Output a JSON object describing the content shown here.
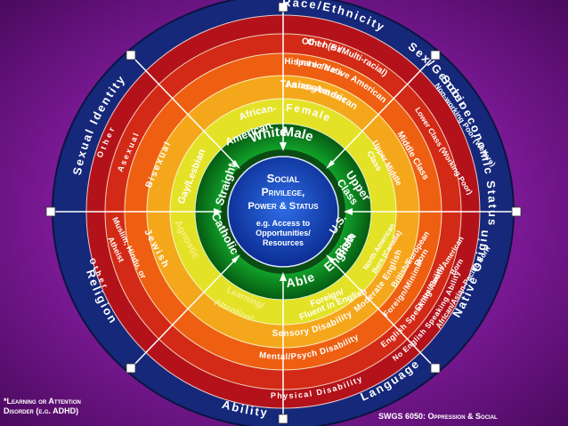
{
  "center": {
    "line1": "Social",
    "line2": "Privilege,",
    "line3": "Power & Status",
    "sub1": "e.g. Access to",
    "sub2": "Opportunities/",
    "sub3": "Resources"
  },
  "categories": {
    "race": "Race/Ethnicity",
    "sex": "Sex/Gender",
    "socio": "Socioeconomic Status",
    "native": "Native Origin",
    "language": "Language",
    "ability": "Ability",
    "religion": "Religion",
    "sexual": "Sexual Identity"
  },
  "race": {
    "r1": "White",
    "r2a": "African-",
    "r2b": "American",
    "r3": "Asian-American",
    "r4": "Hispanic/Native American",
    "r5": "Other (Bi/Multi-racial)"
  },
  "sex": {
    "r1": "Male",
    "r2": "Female",
    "r3": "Transgender",
    "r4": "Intersex",
    "r5": "Other"
  },
  "socio": {
    "r1a": "Upper",
    "r1b": "Class",
    "r2a": "Upper Middle",
    "r2b": "Class",
    "r3": "Middle Class",
    "r4": "Lower Class (Working Poor)",
    "r5": "Non-working Poor (Welfare)"
  },
  "native": {
    "r1a": "U.S.",
    "r1b": "Born",
    "r2a": "North American",
    "r2b": "Born (Canada)",
    "r3a": "British/European",
    "r3b": "Born",
    "r4a": "Central/South American",
    "r4b": "Born",
    "r5": "African/Asian-Pacific Born"
  },
  "language": {
    "r1": "English",
    "r2a": "Foreign/",
    "r2b": "Fluent in English",
    "r3": "Moderate English",
    "r4a": "Foreign/Minimal",
    "r4b": "English Speaking Ability",
    "r5": "No English Speaking Ability"
  },
  "ability": {
    "r1": "Able",
    "r2a": "Learning/",
    "r2b": "Attention*",
    "r3": "Sensory Disability",
    "r4": "Mental/Psych Disability",
    "r5": "Physical Disability"
  },
  "religion": {
    "r1": "Catholic",
    "r2": "Agnostic",
    "r3": "Jewish",
    "r4a": "Muslim, Hindu, or",
    "r4b": "Atheist",
    "r5": "Other"
  },
  "sexual": {
    "r1": "Straight",
    "r2": "Gay/Lesbian",
    "r3": "Bisexual",
    "r4": "Asexual",
    "r5": "Other"
  },
  "footnote_left": {
    "line1": "*Learning or Attention",
    "line2": "Disorder (e.g. ADHD)"
  },
  "footnote_right": "SWGS 6050: Oppression & Social",
  "colors": {
    "center": "#0a3aa8",
    "ring1": "#0d6b1a",
    "ring2": "#d7dc2a",
    "ring3": "#f3a21a",
    "ring4": "#ee5a10",
    "ring5": "#c8141a",
    "ring6": "#b01018",
    "outer": "#1a2f8a"
  }
}
